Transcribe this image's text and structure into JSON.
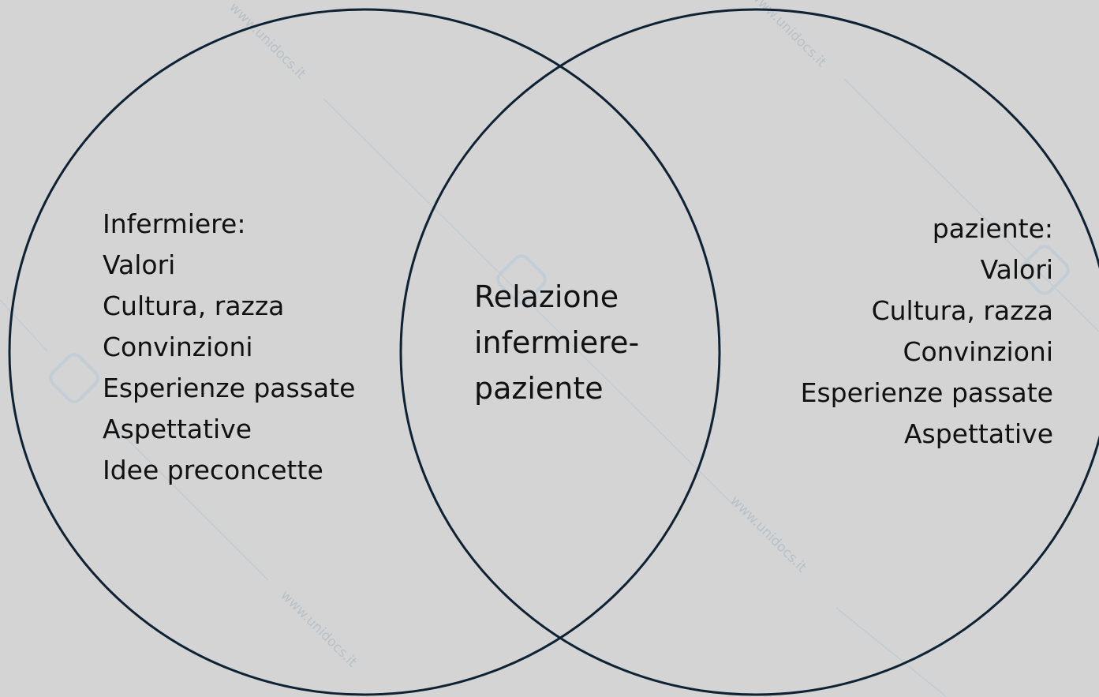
{
  "watermark": {
    "text": "www.unidocs.it"
  },
  "left_circle": {
    "heading": "Infermiere:",
    "items": [
      "Valori",
      "Cultura, razza",
      "Convinzioni",
      "Esperienze passate",
      "Aspettative",
      "Idee preconcette"
    ]
  },
  "right_circle": {
    "heading": "paziente:",
    "items": [
      "Valori",
      "Cultura, razza",
      "Convinzioni",
      "Esperienze passate",
      "Aspettative"
    ]
  },
  "intersection": {
    "lines": [
      "Relazione",
      "infermiere-",
      "paziente"
    ]
  },
  "colors": {
    "background": "#d4d4d4",
    "circle_stroke": "#0e2233",
    "text": "#111111",
    "watermark": "#b3bec6"
  }
}
